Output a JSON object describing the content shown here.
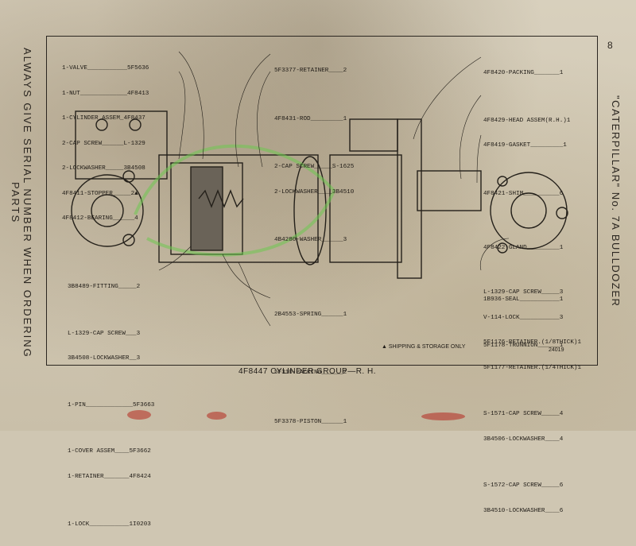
{
  "page_number": "8",
  "side_left_text": "ALWAYS GIVE SERIAL NUMBER WHEN ORDERING PARTS",
  "side_right_text": "\"CATERPILLAR\" No. 7A BULLDOZER",
  "caption": "4F8447 CYLINDER GROUP—R. H.",
  "note": "▲ SHIPPING & STORAGE ONLY",
  "figure_number": "24019",
  "left_parts": [
    "1-VALVE___________5F5636",
    "1-NUT_____________4F8413",
    "1-CYLINDER ASSEM_4F8437",
    "2-CAP SCREW______L-1329",
    "2-LOCKWASHER_____3B4508",
    "4F8411-STOPPER_____2▲",
    "4F8412-BEARING______4"
  ],
  "left_lower_parts": [
    "3B8489-FITTING_____2",
    "L-1329-CAP SCREW___3",
    "3B4508-LOCKWASHER__3",
    "1-PIN_____________5F3663",
    "1-COVER ASSEM____5F3662",
    "1-RETAINER_______4F8424",
    "1-LOCK___________1I0203"
  ],
  "center_top_parts": [
    "5F3377-RETAINER____2",
    "4F8431-ROD_________1",
    "2-CAP SCREW_____S-1625",
    "2-LOCKWASHER____3B4510",
    "4B4280-WASHER______3"
  ],
  "center_bottom_parts": [
    "2B4553-SPRING______1",
    "5F310-PACKING______2",
    "5F3378-PISTON______1"
  ],
  "right_top_parts": [
    "4F8420-PACKING_______1",
    "4F8429-HEAD ASSEM(R.H.)1",
    "4F8419-GASKET_________1",
    "4F8421-SHIM__________6",
    "4F8422-GLAND_________1",
    "1B936-SEAL___________1",
    "5F1178-TRUNNION______1"
  ],
  "right_bottom_parts": [
    "L-1329-CAP SCREW_____3",
    "V-114-LOCK___________3",
    "5F1176-RETAINER.(1/8THICK)1",
    "5F1177-RETAINER.(1/4THICK)1",
    "S-1571-CAP SCREW_____4",
    "3B4506-LOCKWASHER____4",
    "S-1572-CAP SCREW_____6",
    "3B4510-LOCKWASHER____6"
  ]
}
